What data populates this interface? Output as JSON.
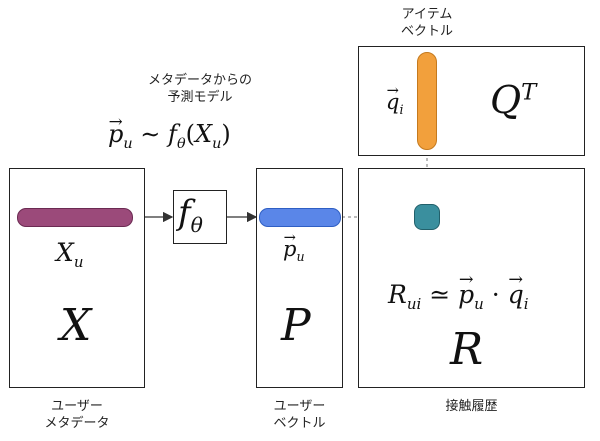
{
  "boxes": {
    "x": {
      "matrix_label": "X",
      "vector_label": "X",
      "vector_sub": "u",
      "caption": [
        "ユーザー",
        "メタデータ"
      ]
    },
    "f": {
      "symbol": "f",
      "sub": "θ"
    },
    "p": {
      "matrix_label": "P",
      "vector_label": "p",
      "vector_sub": "u",
      "caption": [
        "ユーザー",
        "ベクトル"
      ]
    },
    "q": {
      "matrix_label": "Q",
      "matrix_sup": "T",
      "vector_label": "q",
      "vector_sub": "i",
      "caption": [
        "アイテム",
        "ベクトル"
      ]
    },
    "r": {
      "matrix_label": "R",
      "caption": [
        "接触履歴"
      ],
      "equation": {
        "lhs": "R",
        "lhs_sub": "ui",
        "rel": "≃",
        "p": "p",
        "p_sub": "u",
        "dot": "·",
        "q": "q",
        "q_sub": "i"
      }
    }
  },
  "prediction": {
    "caption": [
      "メタデータからの",
      "予測モデル"
    ],
    "equation": {
      "p": "p",
      "p_sub": "u",
      "rel": "∼",
      "f": "f",
      "f_sub": "θ",
      "open": "(",
      "arg": "X",
      "arg_sub": "u",
      "close": ")"
    }
  },
  "colors": {
    "metadata_bar": "#9b4a7a",
    "user_bar": "#5a86e8",
    "item_bar": "#f2a03c",
    "interaction_dot": "#3a8f9e",
    "highlight_arrow": "#e53a2a"
  }
}
